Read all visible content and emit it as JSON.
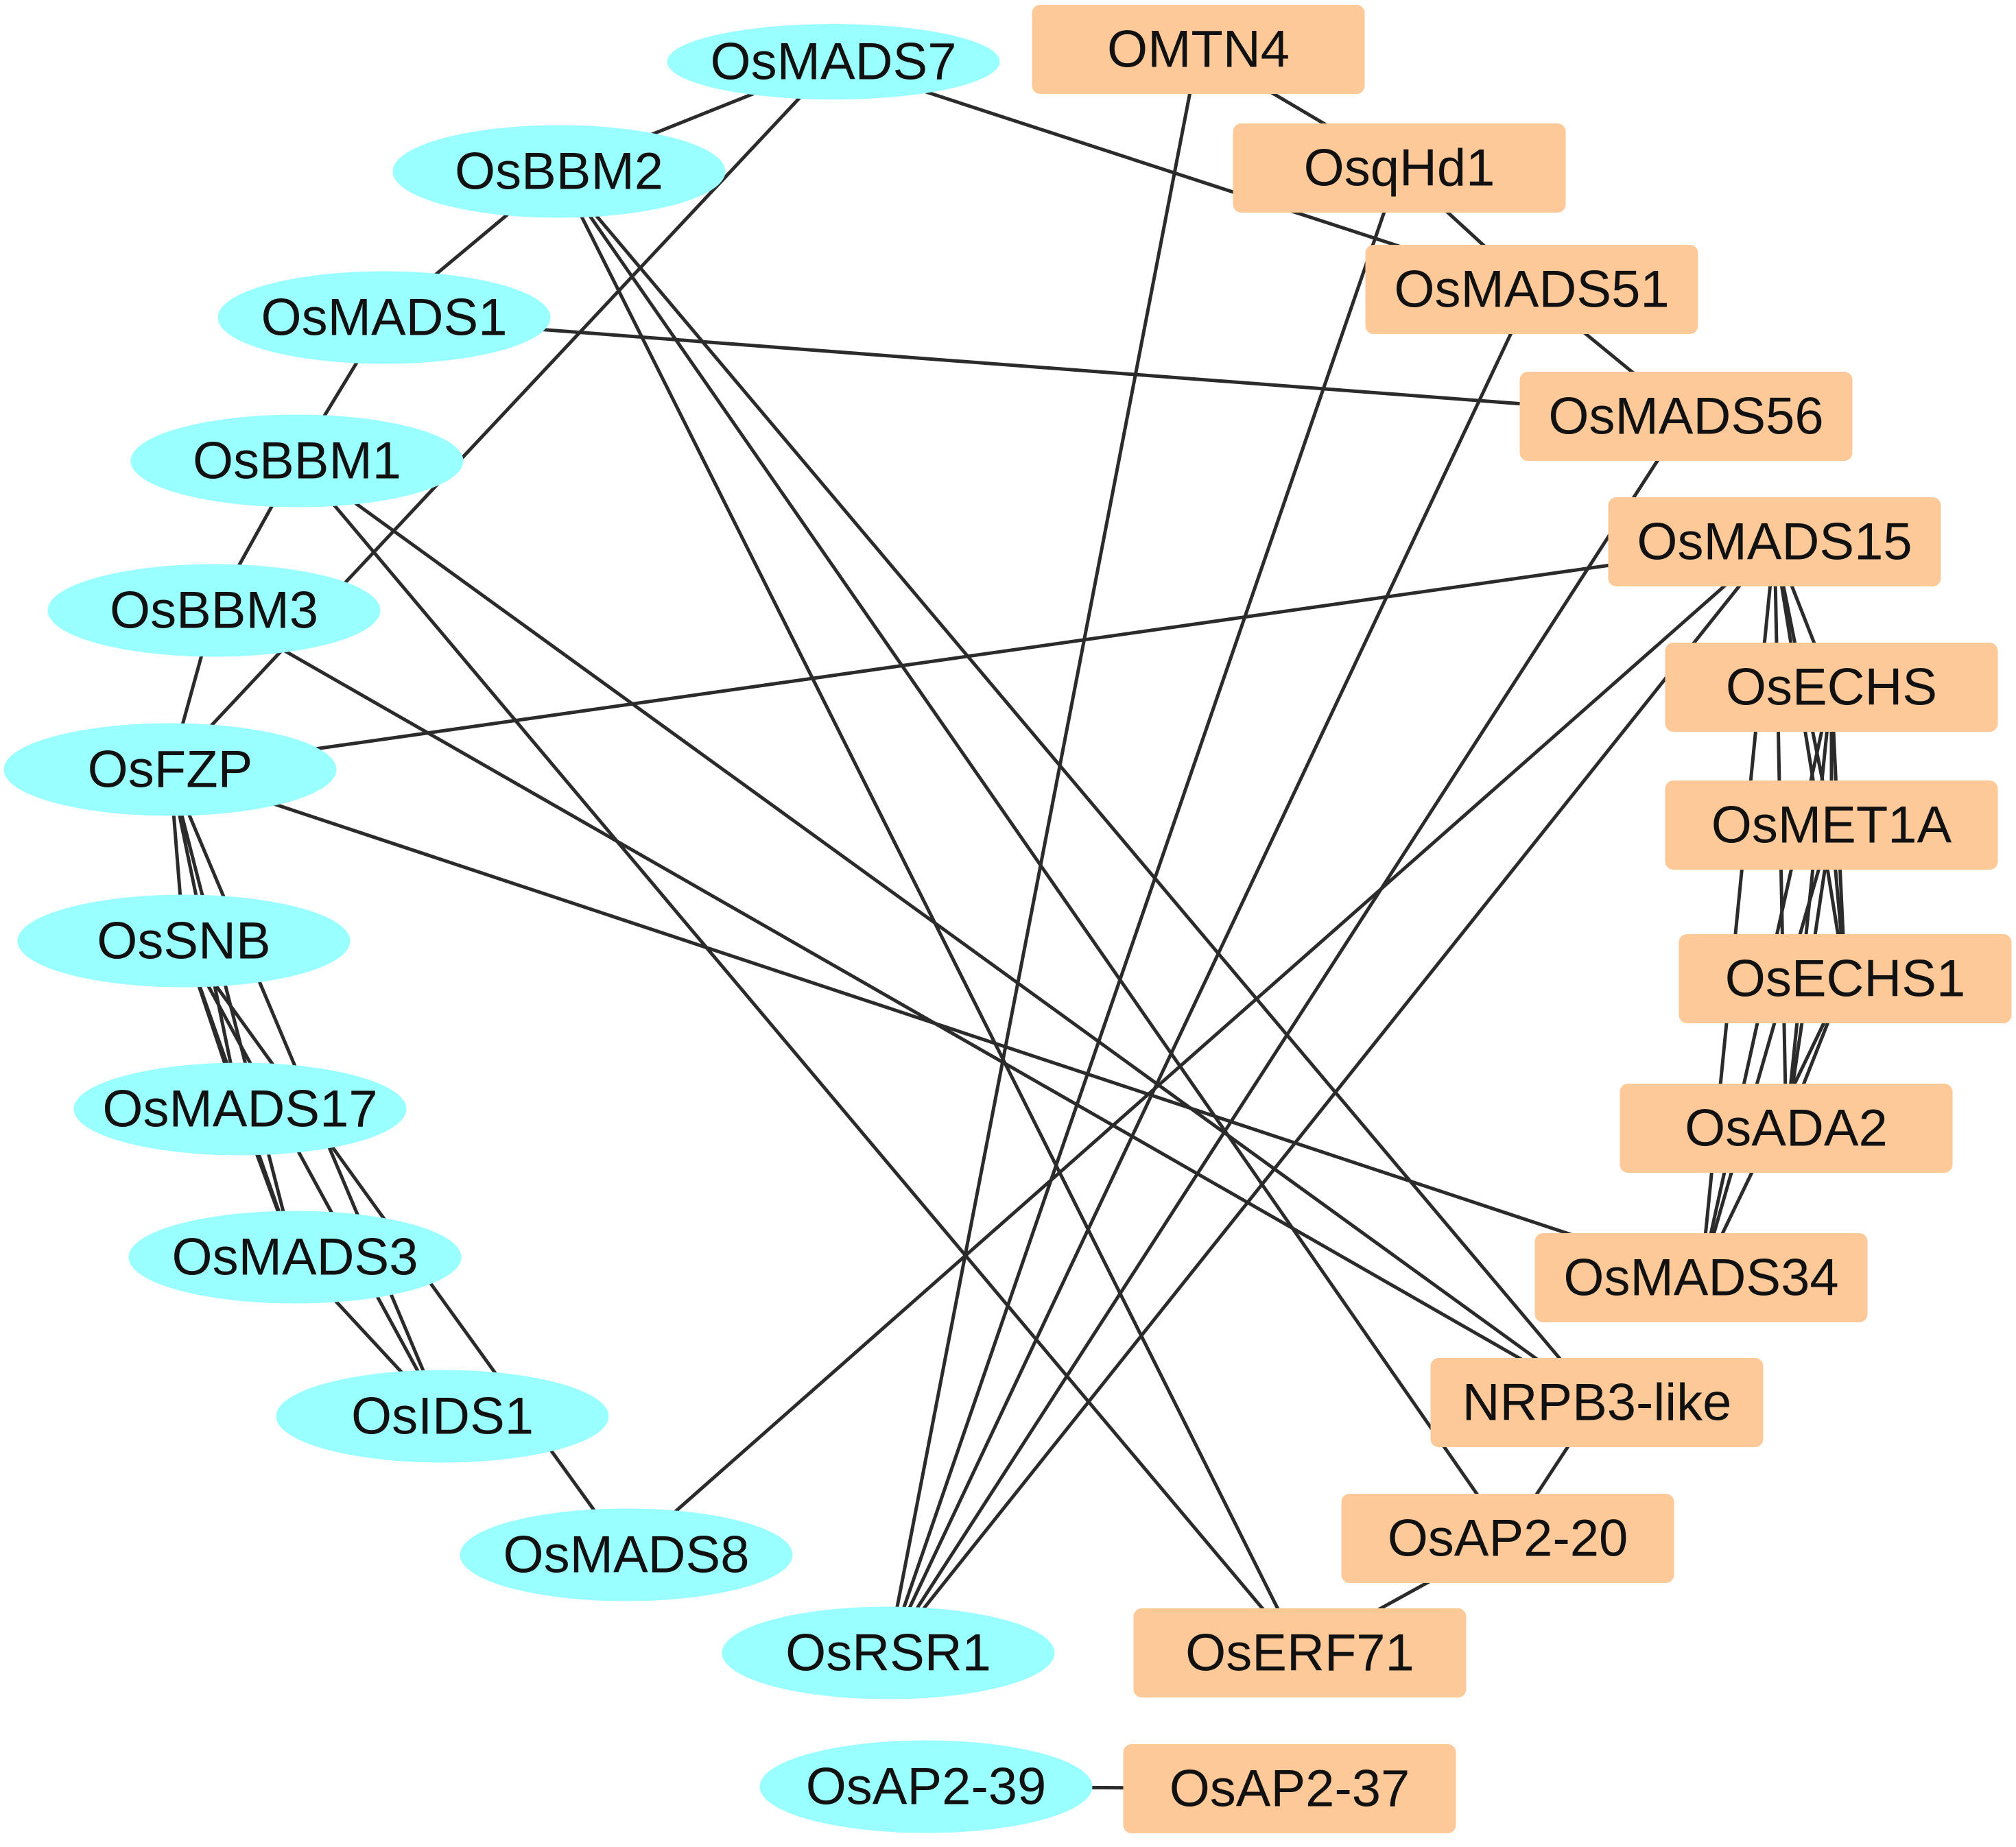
{
  "colors": {
    "ellipse_fill": "#99ffff",
    "rect_fill": "#fdc998",
    "edge": "#2b2b2b",
    "text": "#111111"
  },
  "nodes": [
    {
      "id": "OsMADS7",
      "label": "OsMADS7",
      "shape": "ellipse"
    },
    {
      "id": "OsBBM2",
      "label": "OsBBM2",
      "shape": "ellipse"
    },
    {
      "id": "OsMADS1",
      "label": "OsMADS1",
      "shape": "ellipse"
    },
    {
      "id": "OsBBM1",
      "label": "OsBBM1",
      "shape": "ellipse"
    },
    {
      "id": "OsBBM3",
      "label": "OsBBM3",
      "shape": "ellipse"
    },
    {
      "id": "OsFZP",
      "label": "OsFZP",
      "shape": "ellipse"
    },
    {
      "id": "OsSNB",
      "label": "OsSNB",
      "shape": "ellipse"
    },
    {
      "id": "OsMADS17",
      "label": "OsMADS17",
      "shape": "ellipse"
    },
    {
      "id": "OsMADS3",
      "label": "OsMADS3",
      "shape": "ellipse"
    },
    {
      "id": "OsIDS1",
      "label": "OsIDS1",
      "shape": "ellipse"
    },
    {
      "id": "OsMADS8",
      "label": "OsMADS8",
      "shape": "ellipse"
    },
    {
      "id": "OsRSR1",
      "label": "OsRSR1",
      "shape": "ellipse"
    },
    {
      "id": "OsAP2-39",
      "label": "OsAP2-39",
      "shape": "ellipse"
    },
    {
      "id": "OMTN4",
      "label": "OMTN4",
      "shape": "rect"
    },
    {
      "id": "OsqHd1",
      "label": "OsqHd1",
      "shape": "rect"
    },
    {
      "id": "OsMADS51",
      "label": "OsMADS51",
      "shape": "rect"
    },
    {
      "id": "OsMADS56",
      "label": "OsMADS56",
      "shape": "rect"
    },
    {
      "id": "OsMADS15",
      "label": "OsMADS15",
      "shape": "rect"
    },
    {
      "id": "OsECHS",
      "label": "OsECHS",
      "shape": "rect"
    },
    {
      "id": "OsMET1A",
      "label": "OsMET1A",
      "shape": "rect"
    },
    {
      "id": "OsECHS1",
      "label": "OsECHS1",
      "shape": "rect"
    },
    {
      "id": "OsADA2",
      "label": "OsADA2",
      "shape": "rect"
    },
    {
      "id": "OsMADS34",
      "label": "OsMADS34",
      "shape": "rect"
    },
    {
      "id": "NRPB3-like",
      "label": "NRPB3-like",
      "shape": "rect"
    },
    {
      "id": "OsAP2-20",
      "label": "OsAP2-20",
      "shape": "rect"
    },
    {
      "id": "OsERF71",
      "label": "OsERF71",
      "shape": "rect"
    },
    {
      "id": "OsAP2-37",
      "label": "OsAP2-37",
      "shape": "rect"
    }
  ],
  "edges": [
    [
      "OsMADS7",
      "OsBBM2"
    ],
    [
      "OsMADS7",
      "OsFZP"
    ],
    [
      "OsMADS7",
      "OsMADS51"
    ],
    [
      "OsBBM2",
      "OsMADS1"
    ],
    [
      "OsBBM2",
      "OsERF71"
    ],
    [
      "OsBBM2",
      "NRPB3-like"
    ],
    [
      "OsBBM2",
      "OsAP2-20"
    ],
    [
      "OsMADS1",
      "OsBBM1"
    ],
    [
      "OsMADS1",
      "OsMADS56"
    ],
    [
      "OsBBM1",
      "OsBBM3"
    ],
    [
      "OsBBM1",
      "OsERF71"
    ],
    [
      "OsBBM1",
      "NRPB3-like"
    ],
    [
      "OsBBM3",
      "OsFZP"
    ],
    [
      "OsBBM3",
      "NRPB3-like"
    ],
    [
      "OsFZP",
      "OsMADS15"
    ],
    [
      "OsFZP",
      "OsMADS34"
    ],
    [
      "OsFZP",
      "OsSNB"
    ],
    [
      "OsFZP",
      "OsMADS17"
    ],
    [
      "OsFZP",
      "OsMADS3"
    ],
    [
      "OsFZP",
      "OsIDS1"
    ],
    [
      "OsSNB",
      "OsMADS17"
    ],
    [
      "OsSNB",
      "OsMADS3"
    ],
    [
      "OsSNB",
      "OsIDS1"
    ],
    [
      "OsSNB",
      "OsMADS8"
    ],
    [
      "OsMADS17",
      "OsMADS3"
    ],
    [
      "OsMADS3",
      "OsIDS1"
    ],
    [
      "OsMADS8",
      "OsMADS15"
    ],
    [
      "OsRSR1",
      "OMTN4"
    ],
    [
      "OsRSR1",
      "OsqHd1"
    ],
    [
      "OsRSR1",
      "OsMADS51"
    ],
    [
      "OsRSR1",
      "OsMADS56"
    ],
    [
      "OsRSR1",
      "OsMADS15"
    ],
    [
      "OMTN4",
      "OsqHd1"
    ],
    [
      "OsqHd1",
      "OsMADS51"
    ],
    [
      "OsMADS51",
      "OsMADS56"
    ],
    [
      "OsMADS15",
      "OsECHS"
    ],
    [
      "OsMADS15",
      "OsMET1A"
    ],
    [
      "OsMADS15",
      "OsECHS1"
    ],
    [
      "OsMADS15",
      "OsADA2"
    ],
    [
      "OsMADS15",
      "OsMADS34"
    ],
    [
      "OsECHS",
      "OsMET1A"
    ],
    [
      "OsECHS",
      "OsECHS1"
    ],
    [
      "OsECHS",
      "OsADA2"
    ],
    [
      "OsECHS",
      "OsMADS34"
    ],
    [
      "OsMET1A",
      "OsECHS1"
    ],
    [
      "OsMET1A",
      "OsADA2"
    ],
    [
      "OsMET1A",
      "OsMADS34"
    ],
    [
      "OsECHS1",
      "OsADA2"
    ],
    [
      "OsECHS1",
      "OsMADS34"
    ],
    [
      "NRPB3-like",
      "OsAP2-20"
    ],
    [
      "OsAP2-20",
      "OsERF71"
    ],
    [
      "OsAP2-39",
      "OsAP2-37"
    ]
  ]
}
